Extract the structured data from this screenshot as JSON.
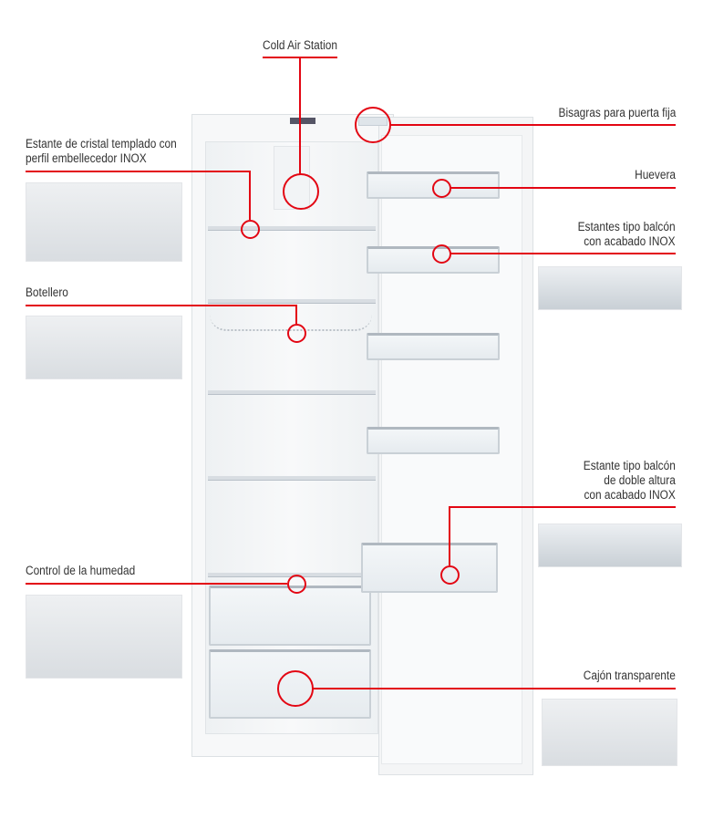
{
  "accent_color": "#e30613",
  "labels": {
    "cold_air": "Cold Air Station",
    "glass_shelf": [
      "Estante de cristal templado con",
      "perfil embellecedor INOX"
    ],
    "bottle_rack": "Botellero",
    "humidity": "Control de la humedad",
    "hinges": "Bisagras para puerta fija",
    "egg_tray": "Huevera",
    "balcony": [
      "Estantes tipo balcón",
      "con acabado INOX"
    ],
    "double_balcony": [
      "Estante tipo balcón",
      "de doble altura",
      "con acabado INOX"
    ],
    "drawer": "Cajón transparente"
  }
}
